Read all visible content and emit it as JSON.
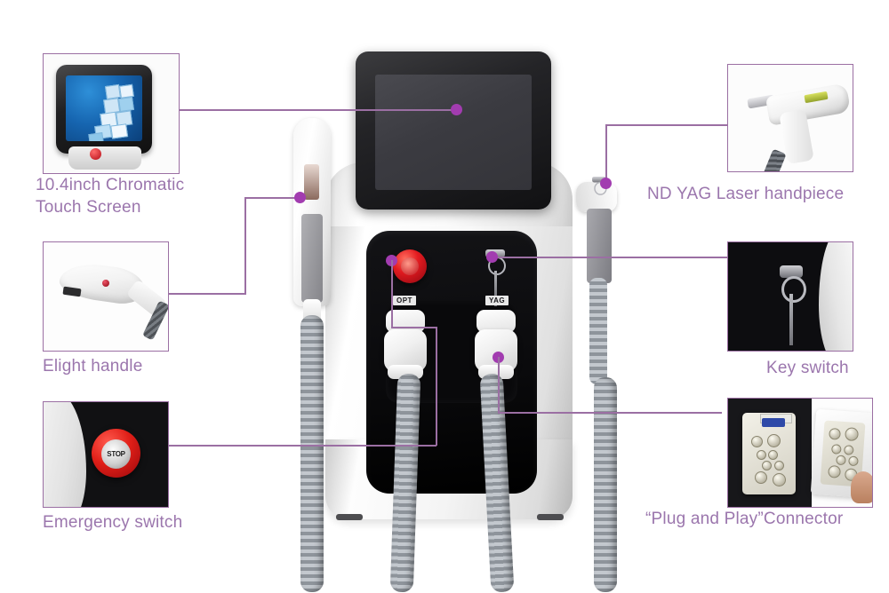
{
  "diagram": {
    "title": "Beauty machine component callout diagram",
    "accent_color": "#9b6fa3",
    "label_color": "#9b76ad",
    "dot_color": "#a23cb0"
  },
  "callouts": [
    {
      "id": "touch-screen",
      "label": "10.4inch Chromatic\nTouch Screen",
      "side": "left"
    },
    {
      "id": "elight-handle",
      "label": "Elight handle",
      "side": "left"
    },
    {
      "id": "emergency",
      "label": "Emergency switch",
      "side": "left"
    },
    {
      "id": "nd-yag",
      "label": "ND YAG Laser handpiece",
      "side": "right"
    },
    {
      "id": "key-switch",
      "label": "Key switch",
      "side": "right"
    },
    {
      "id": "connector",
      "label": "“Plug and Play”Connector",
      "side": "right"
    }
  ],
  "machine": {
    "port_labels": {
      "left": "OPT",
      "right": "YAG"
    },
    "emergency_button_text": "STOP"
  }
}
